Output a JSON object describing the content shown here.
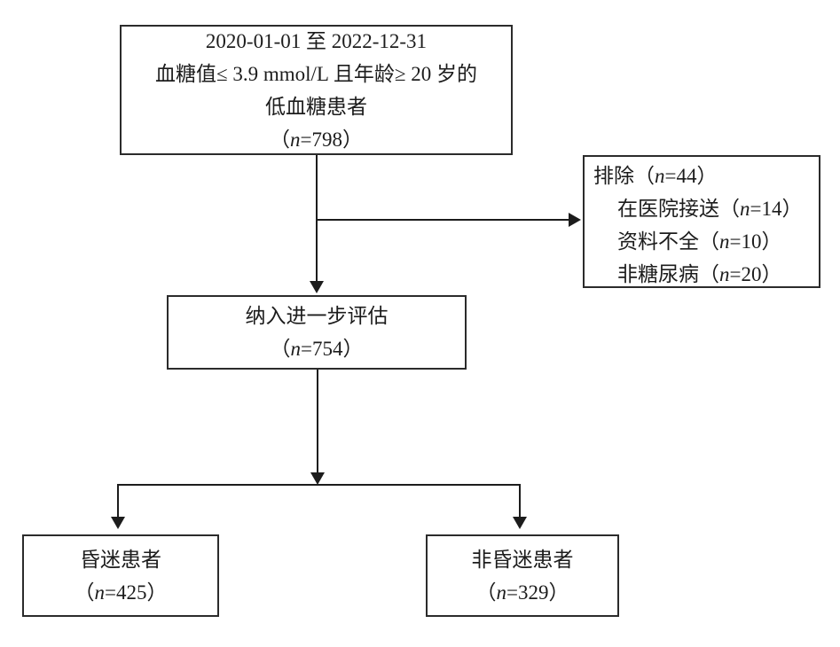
{
  "diagram": {
    "type": "patient-flow-chart",
    "colors": {
      "line": "#1c1c1c",
      "border": "#2b2b2b",
      "background": "#ffffff",
      "text": "#1c1c1c"
    },
    "boxes": {
      "source": {
        "line1": "2020-01-01 至 2022-12-31",
        "line2": "血糖值≤ 3.9 mmol/L 且年龄≥ 20 岁的",
        "line3": "低血糖患者",
        "count": [
          {
            "t": "（"
          },
          {
            "t": "n",
            "i": 1
          },
          {
            "t": "=798）"
          }
        ]
      },
      "excluded": {
        "title": [
          {
            "t": "排除（"
          },
          {
            "t": "n",
            "i": 1
          },
          {
            "t": "=44）"
          }
        ],
        "items": [
          [
            {
              "t": "在医院接送（"
            },
            {
              "t": "n",
              "i": 1
            },
            {
              "t": "=14）"
            }
          ],
          [
            {
              "t": "资料不全（"
            },
            {
              "t": "n",
              "i": 1
            },
            {
              "t": "=10）"
            }
          ],
          [
            {
              "t": "非糖尿病（"
            },
            {
              "t": "n",
              "i": 1
            },
            {
              "t": "=20）"
            }
          ]
        ]
      },
      "assessed": {
        "line1": "纳入进一步评估",
        "count": [
          {
            "t": "（"
          },
          {
            "t": "n",
            "i": 1
          },
          {
            "t": "=754）"
          }
        ]
      },
      "coma": {
        "line1": "昏迷患者",
        "count": [
          {
            "t": "（"
          },
          {
            "t": "n",
            "i": 1
          },
          {
            "t": "=425）"
          }
        ]
      },
      "non_coma": {
        "line1": "非昏迷患者",
        "count": [
          {
            "t": "（"
          },
          {
            "t": "n",
            "i": 1
          },
          {
            "t": "=329）"
          }
        ]
      }
    }
  }
}
